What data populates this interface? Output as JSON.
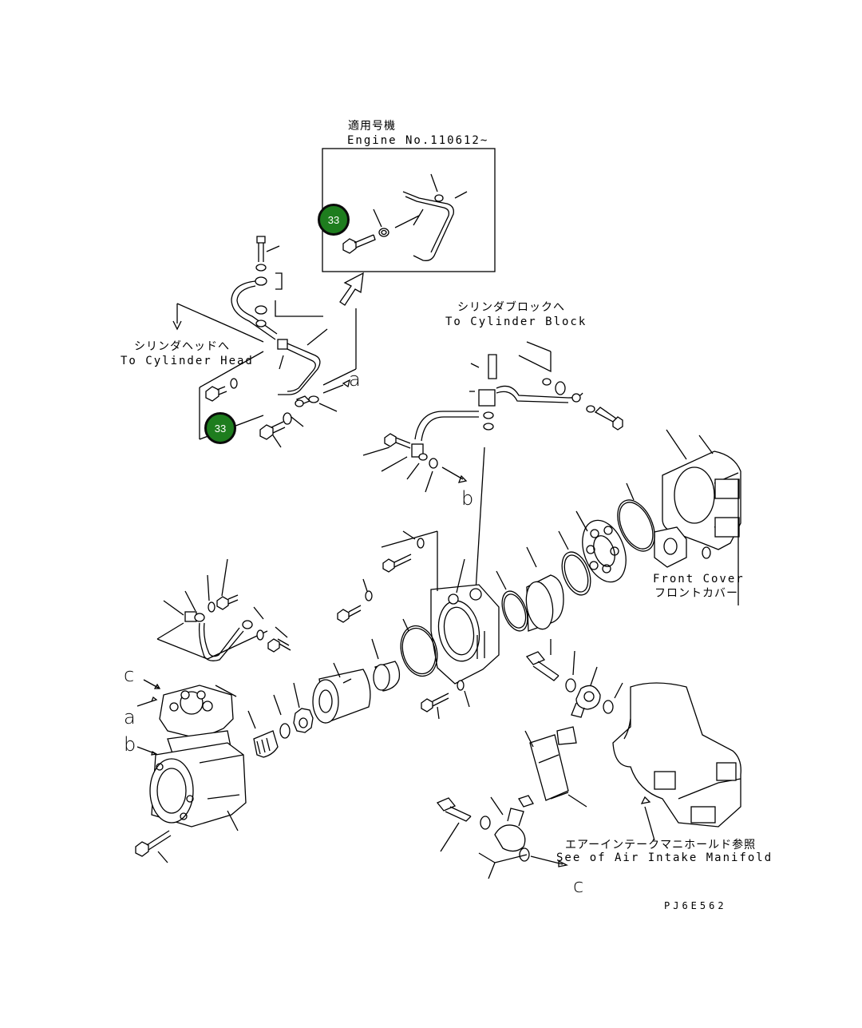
{
  "inset": {
    "title_jp": "適用号機",
    "title_en": "Engine No.110612~"
  },
  "destinations": {
    "cylinder_block_jp": "シリンダブロックへ",
    "cylinder_block_en": "To Cylinder Block",
    "cylinder_head_jp": "シリンダヘッドへ",
    "cylinder_head_en": "To Cylinder Head",
    "front_cover_en": "Front Cover",
    "front_cover_jp": "フロントカバー",
    "air_intake_jp": "エアーインテークマニホールド参照",
    "air_intake_en": "See of Air Intake Manifold"
  },
  "connectors": {
    "a": "a",
    "b": "b",
    "c": "c"
  },
  "callouts": [
    {
      "id": "callout-inset",
      "label": "33"
    },
    {
      "id": "callout-main",
      "label": "33"
    }
  ],
  "drawing_number": "PJ6E562",
  "colors": {
    "callout_fill": "#1e7d1e",
    "line": "#000000",
    "background": "#ffffff"
  }
}
